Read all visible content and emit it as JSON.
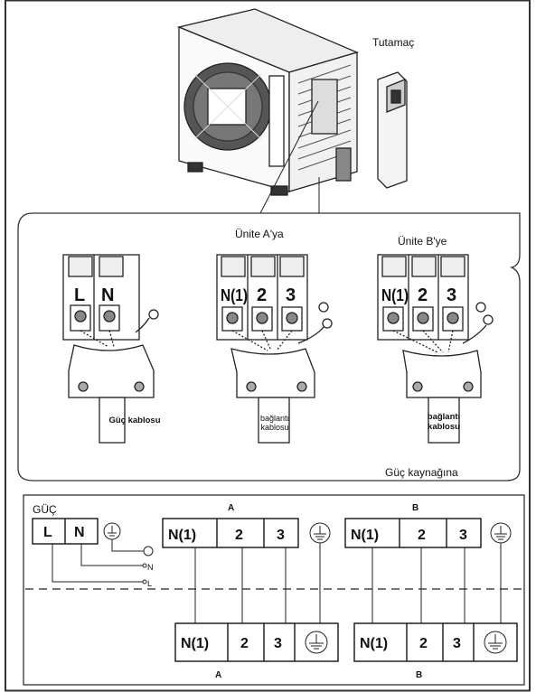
{
  "labels": {
    "handle": "Tutamaç",
    "to_unit_a": "Ünite A'ya",
    "to_unit_b": "Ünite B'ye",
    "power_cable": "Güç kablosu",
    "conn_cable_a": "bağlantı kablosu",
    "conn_cable_b": "bağlantı kablosu",
    "to_power_supply": "Güç kaynağına"
  },
  "terminals": {
    "power": [
      "L",
      "N"
    ],
    "unit_a": [
      "N(1)",
      "2",
      "3"
    ],
    "unit_b": [
      "N(1)",
      "2",
      "3"
    ]
  },
  "wiring": {
    "power_title": "GÜÇ",
    "power_terminals": [
      "L",
      "N"
    ],
    "supply_lines": [
      "N",
      "L"
    ],
    "block_a_label": "A",
    "block_b_label": "B",
    "outdoor_terminals": [
      "N(1)",
      "2",
      "3"
    ],
    "indoor_terminals": [
      "N(1)",
      "2",
      "3"
    ]
  }
}
